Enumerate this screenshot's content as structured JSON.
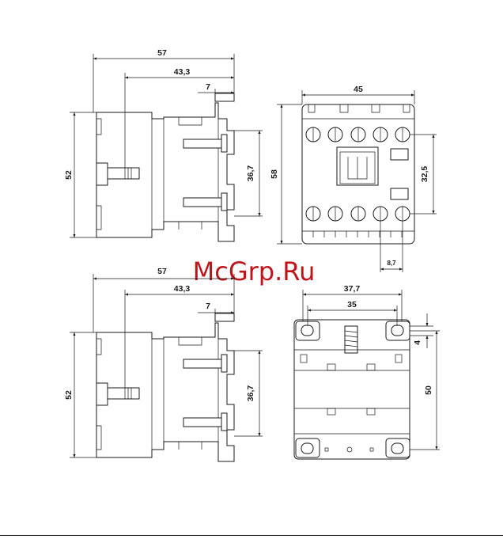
{
  "watermark": "McGrp.Ru",
  "dimensions": {
    "top_side": {
      "width": "57",
      "depth": "43,3",
      "offset": "7",
      "height": "52",
      "terminal": "36,7"
    },
    "top_front": {
      "width": "45",
      "height": "58",
      "pitch": "32,5",
      "pin": "8,7"
    },
    "bottom_side": {
      "width": "57",
      "depth": "43,3",
      "offset": "7",
      "height": "52",
      "terminal": "36,7"
    },
    "bottom_back": {
      "outer": "37,7",
      "inner": "35",
      "slot": "4",
      "height": "50"
    }
  }
}
